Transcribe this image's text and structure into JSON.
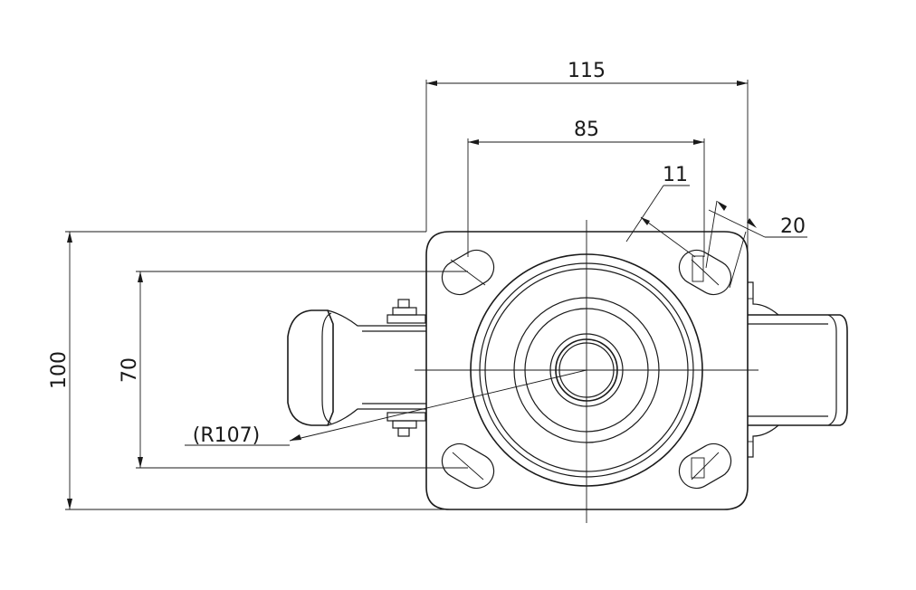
{
  "dimensions": {
    "plate_width": "115",
    "hole_spacing": "85",
    "slot_width": "11",
    "slot_length": "20",
    "plate_length": "100",
    "hole_spacing_vertical": "70",
    "swivel_radius": "(R107)"
  }
}
